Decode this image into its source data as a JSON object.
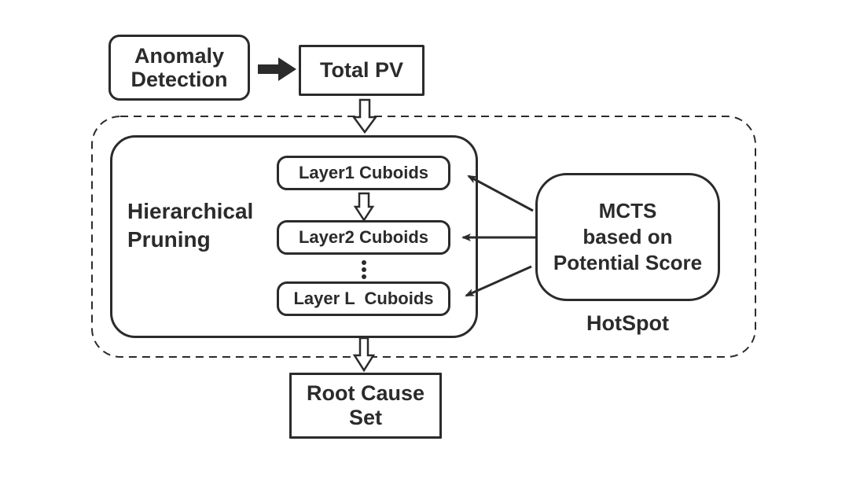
{
  "colors": {
    "ink": "#2b2b2b",
    "background": "#ffffff"
  },
  "nodes": {
    "anomaly_detection": {
      "label": "Anomaly\nDetection"
    },
    "total_pv": {
      "label": "Total PV"
    },
    "hierarchical_pruning": {
      "label": "Hierarchical\nPruning"
    },
    "layers": [
      {
        "label": "Layer1 Cuboids"
      },
      {
        "label": "Layer2 Cuboids"
      },
      {
        "label": "Layer L  Cuboids"
      }
    ],
    "mcts": {
      "label": "MCTS\nbased on\nPotential Score"
    },
    "hotspot": {
      "label": "HotSpot"
    },
    "root_cause": {
      "label": "Root Cause\nSet"
    }
  },
  "connectors": [
    {
      "from": "anomaly_detection",
      "to": "total_pv",
      "style": "solid-right-arrow"
    },
    {
      "from": "total_pv",
      "to": "hierarchical_pruning",
      "style": "hollow-down-arrow"
    },
    {
      "from": "layer1",
      "to": "layer2",
      "style": "hollow-down-arrow"
    },
    {
      "from": "hierarchical_pruning",
      "to": "root_cause",
      "style": "hollow-down-arrow"
    },
    {
      "from": "mcts",
      "to": "layer1",
      "style": "thin-arrow"
    },
    {
      "from": "mcts",
      "to": "layer2",
      "style": "thin-arrow"
    },
    {
      "from": "mcts",
      "to": "layer_l",
      "style": "thin-arrow"
    }
  ]
}
